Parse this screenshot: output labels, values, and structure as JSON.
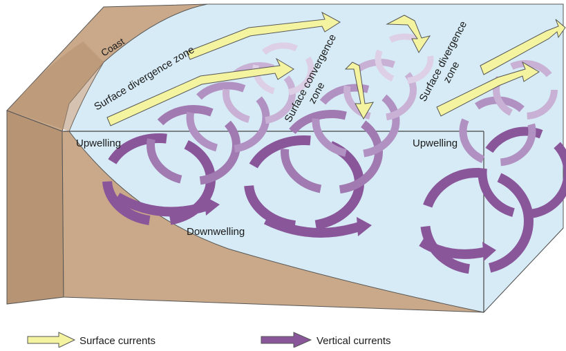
{
  "labels": {
    "coast": "Coast",
    "surface_divergence_left": "Surface divergence zone",
    "surface_convergence_line1": "Surface convergence",
    "surface_convergence_line2": "zone",
    "surface_divergence_right_line1": "Surface divergence",
    "surface_divergence_right_line2": "zone",
    "upwelling_left": "Upwelling",
    "upwelling_right": "Upwelling",
    "downwelling": "Downwelling"
  },
  "legend": {
    "surface": {
      "label": "Surface currents",
      "color": "#f3f3a0"
    },
    "vertical": {
      "label": "Vertical currents",
      "color": "#8a569a"
    }
  },
  "colors": {
    "sea": "#d6ebf5",
    "land": "#c9a98a",
    "land_dark": "#a98467",
    "vertical_dark": "#8a569a",
    "vertical_mid": "#b191c1",
    "vertical_light": "#ddd0e6",
    "surface": "#f3f3a0"
  }
}
